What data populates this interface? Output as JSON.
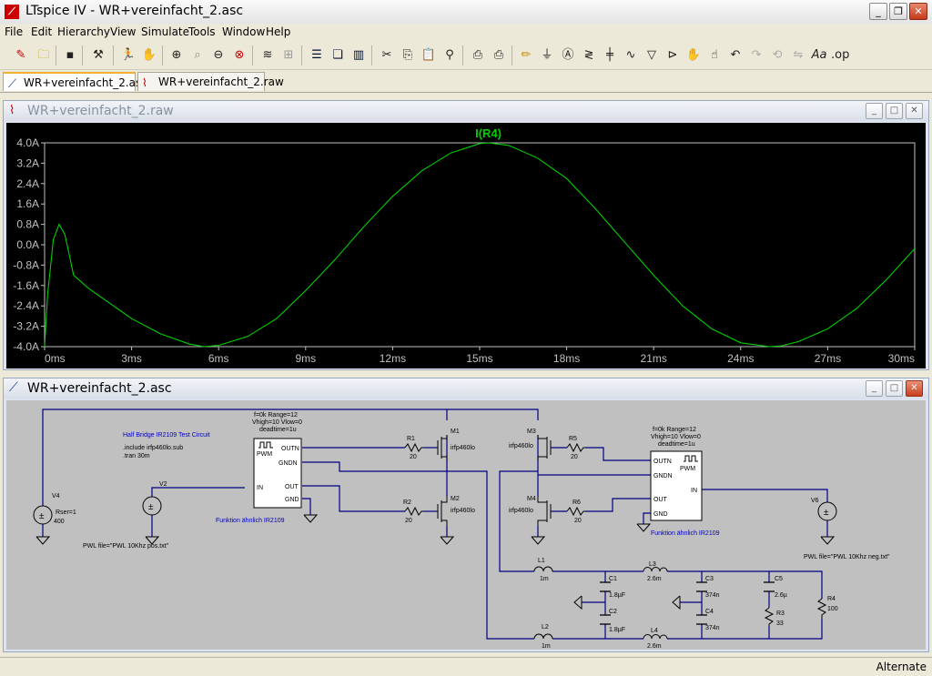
{
  "app": {
    "title": "LTspice IV - WR+vereinfacht_2.asc",
    "icon": "ltspice-logo-icon",
    "window_buttons": [
      "minimize-icon",
      "restore-icon",
      "close-icon"
    ]
  },
  "menu": [
    {
      "label": "File"
    },
    {
      "label": "Edit"
    },
    {
      "label": "Hierarchy"
    },
    {
      "label": "View"
    },
    {
      "label": "Simulate"
    },
    {
      "label": "Tools"
    },
    {
      "label": "Window"
    },
    {
      "label": "Help"
    }
  ],
  "toolbar": {
    "icons": [
      "open-schematic-icon",
      "open-file-icon",
      "save-icon",
      "control-panel-icon",
      "run-icon",
      "pan-hand-icon",
      "zoom-in-icon",
      "zoom-area-icon",
      "zoom-out-icon",
      "zoom-fit-icon",
      "autoscale-icon",
      "grid-icon",
      "tile-horizontal-icon",
      "cascade-icon",
      "tile-vertical-icon",
      "cut-icon",
      "copy-icon",
      "paste-icon",
      "find-icon",
      "print-preview-icon",
      "print-icon",
      "draw-wire-icon",
      "ground-icon",
      "label-net-icon",
      "resistor-icon",
      "capacitor-icon",
      "inductor-icon",
      "diode-icon",
      "component-icon",
      "move-icon",
      "drag-icon",
      "undo-icon",
      "redo-icon",
      "rotate-icon",
      "mirror-icon",
      "text-icon",
      "spice-directive-icon"
    ],
    "text_button": "Aa",
    "directive_button": ".op"
  },
  "tabs": [
    {
      "label": "WR+vereinfacht_2.asc",
      "icon": "schematic-tab-icon",
      "active": true
    },
    {
      "label": "WR+vereinfacht_2.raw",
      "icon": "waveform-tab-icon",
      "active": false
    }
  ],
  "waveform_window": {
    "title": "WR+vereinfacht_2.raw",
    "icon": "waveform-window-icon"
  },
  "schematic_window": {
    "title": "WR+vereinfacht_2.asc",
    "icon": "schematic-window-icon"
  },
  "chart_data": {
    "type": "line",
    "title": "I(R4)",
    "x_unit": "ms",
    "y_unit": "A",
    "xlim": [
      0,
      30
    ],
    "ylim": [
      -4.0,
      4.0
    ],
    "x_ticks": [
      "0ms",
      "3ms",
      "6ms",
      "9ms",
      "12ms",
      "15ms",
      "18ms",
      "21ms",
      "24ms",
      "27ms",
      "30ms"
    ],
    "y_ticks": [
      "4.0A",
      "3.2A",
      "2.4A",
      "1.6A",
      "0.8A",
      "0.0A",
      "-0.8A",
      "-1.6A",
      "-2.4A",
      "-3.2A",
      "-4.0A"
    ],
    "grid": false,
    "colors": {
      "background": "#000000",
      "trace": "#00d000",
      "title": "#00d000",
      "axis": "#c0c0c0"
    },
    "series": [
      {
        "name": "I(R4)",
        "x": [
          0.0,
          0.1,
          0.3,
          0.5,
          0.7,
          1.0,
          1.5,
          2.0,
          2.5,
          3.0,
          4.0,
          5.0,
          5.5,
          6.0,
          7.0,
          8.0,
          9.0,
          10.0,
          11.0,
          12.0,
          13.0,
          14.0,
          15.0,
          15.3,
          16.0,
          17.0,
          18.0,
          19.0,
          20.0,
          21.0,
          22.0,
          23.0,
          24.0,
          25.0,
          25.4,
          26.0,
          27.0,
          28.0,
          29.0,
          30.0
        ],
        "y": [
          -4.0,
          -2.0,
          0.2,
          0.8,
          0.4,
          -1.2,
          -1.7,
          -2.1,
          -2.5,
          -2.9,
          -3.5,
          -3.9,
          -4.0,
          -3.95,
          -3.6,
          -2.9,
          -1.8,
          -0.6,
          0.7,
          1.9,
          2.9,
          3.6,
          3.97,
          4.0,
          3.9,
          3.4,
          2.6,
          1.4,
          0.1,
          -1.2,
          -2.4,
          -3.3,
          -3.85,
          -4.0,
          -3.97,
          -3.8,
          -3.3,
          -2.5,
          -1.4,
          -0.15
        ]
      }
    ]
  },
  "schematic": {
    "components": {
      "V4": {
        "name": "V4",
        "param": "Rser=1",
        "value": "400"
      },
      "V2": {
        "name": "V2",
        "pwl": "PWL file=\"PWL 10Khz pos.txt\""
      },
      "V6": {
        "name": "V6",
        "pwl": "PWL file=\"PWL 10Khz neg.txt\""
      },
      "R1": {
        "name": "R1",
        "value": "20"
      },
      "R2": {
        "name": "R2",
        "value": "20"
      },
      "R5": {
        "name": "R5",
        "value": "20"
      },
      "R6": {
        "name": "R6",
        "value": "20"
      },
      "M1": {
        "name": "M1",
        "model": "irfp460lo"
      },
      "M2": {
        "name": "M2",
        "model": "irfp460lo"
      },
      "M3": {
        "name": "M3",
        "model": "irfp460lo"
      },
      "M4": {
        "name": "M4",
        "model": "irfp460lo"
      },
      "L1": {
        "name": "L1",
        "value": "1m"
      },
      "L2": {
        "name": "L2",
        "value": "1m"
      },
      "L3": {
        "name": "L3",
        "value": "2.6m"
      },
      "L4": {
        "name": "L4",
        "value": "2.6m"
      },
      "C1": {
        "name": "C1",
        "value": "1.8µF"
      },
      "C2": {
        "name": "C2",
        "value": "1.8µF"
      },
      "C3": {
        "name": "C3",
        "value": "374n"
      },
      "C4": {
        "name": "C4",
        "value": "374n"
      },
      "C5": {
        "name": "C5",
        "value": "2.6µ"
      },
      "R3": {
        "name": "R3",
        "value": "33"
      },
      "R4": {
        "name": "R4",
        "value": "100"
      }
    },
    "driver_left": {
      "params": [
        "f=0k Range=12",
        "Vhigh=10 Vlow=0",
        "deadtime=1u"
      ],
      "pins": {
        "pwm": "PWM",
        "in": "IN",
        "outn": "OUTN",
        "gndn": "GNDN",
        "out": "OUT",
        "gnd": "GND"
      },
      "caption": "Funktion ähnlich IR2109"
    },
    "driver_right": {
      "params": [
        "f=0k Range=12",
        "Vhigh=10 Vlow=0",
        "deadtime=1u"
      ],
      "pins": {
        "pwm": "PWM",
        "in": "IN",
        "outn": "OUTN",
        "gndn": "GNDN",
        "out": "OUT",
        "gnd": "GND"
      },
      "caption": "Funktion ähnlich IR2109"
    },
    "comment": "Half Bridge IR2109 Test Circuit",
    "directives": [
      ".include irfp460lo.sub",
      ".tran 30m"
    ]
  },
  "status": {
    "right": "Alternate"
  }
}
